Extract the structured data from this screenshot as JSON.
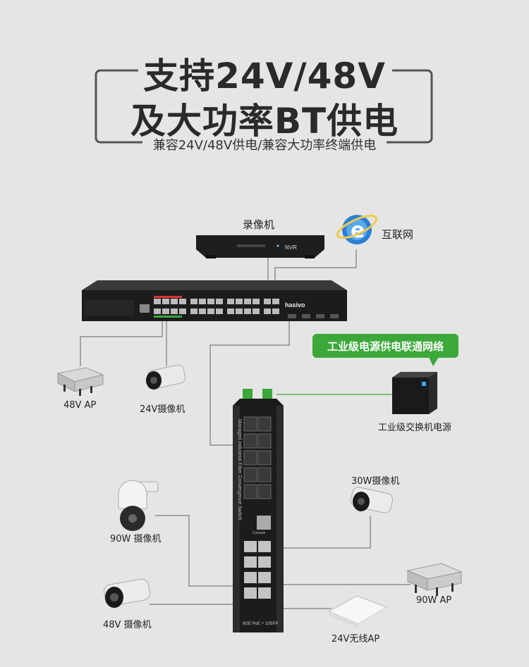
{
  "header": {
    "title_line1": "支持24V/48V",
    "title_line2": "及大功率BT供电",
    "subtitle": "兼容24V/48V供电/兼容大功率终端供电"
  },
  "devices": {
    "nvr": {
      "label": "录像机",
      "device_text": "NVR"
    },
    "internet": {
      "label": "互联网"
    },
    "top_switch": {
      "brand": "hasivo"
    },
    "ap_48v": {
      "label": "48V AP"
    },
    "cam_24v": {
      "label": "24V摄像机"
    },
    "power_supply": {
      "label": "工业级交换机电源"
    },
    "cam_30w": {
      "label": "30W摄像机"
    },
    "cam_90w": {
      "label": "90W 摄像机"
    },
    "cam_48v": {
      "label": "48V 摄像机"
    },
    "ap_90w": {
      "label": "90W AP"
    },
    "wireless_ap_24v": {
      "label": "24V无线AP"
    }
  },
  "callout": {
    "text": "工业级电源供电联通网络"
  },
  "industrial_switch": {
    "side_text": "Managed Industrial Fiber Convergence Switch",
    "bottom_text": "8GE PoE + 10SFP",
    "console_label": "Console"
  },
  "colors": {
    "background": "#e5e5e5",
    "callout_green": "#3ca83a",
    "device_dark": "#1e1e1e",
    "line_gray": "#7a7a7a"
  }
}
